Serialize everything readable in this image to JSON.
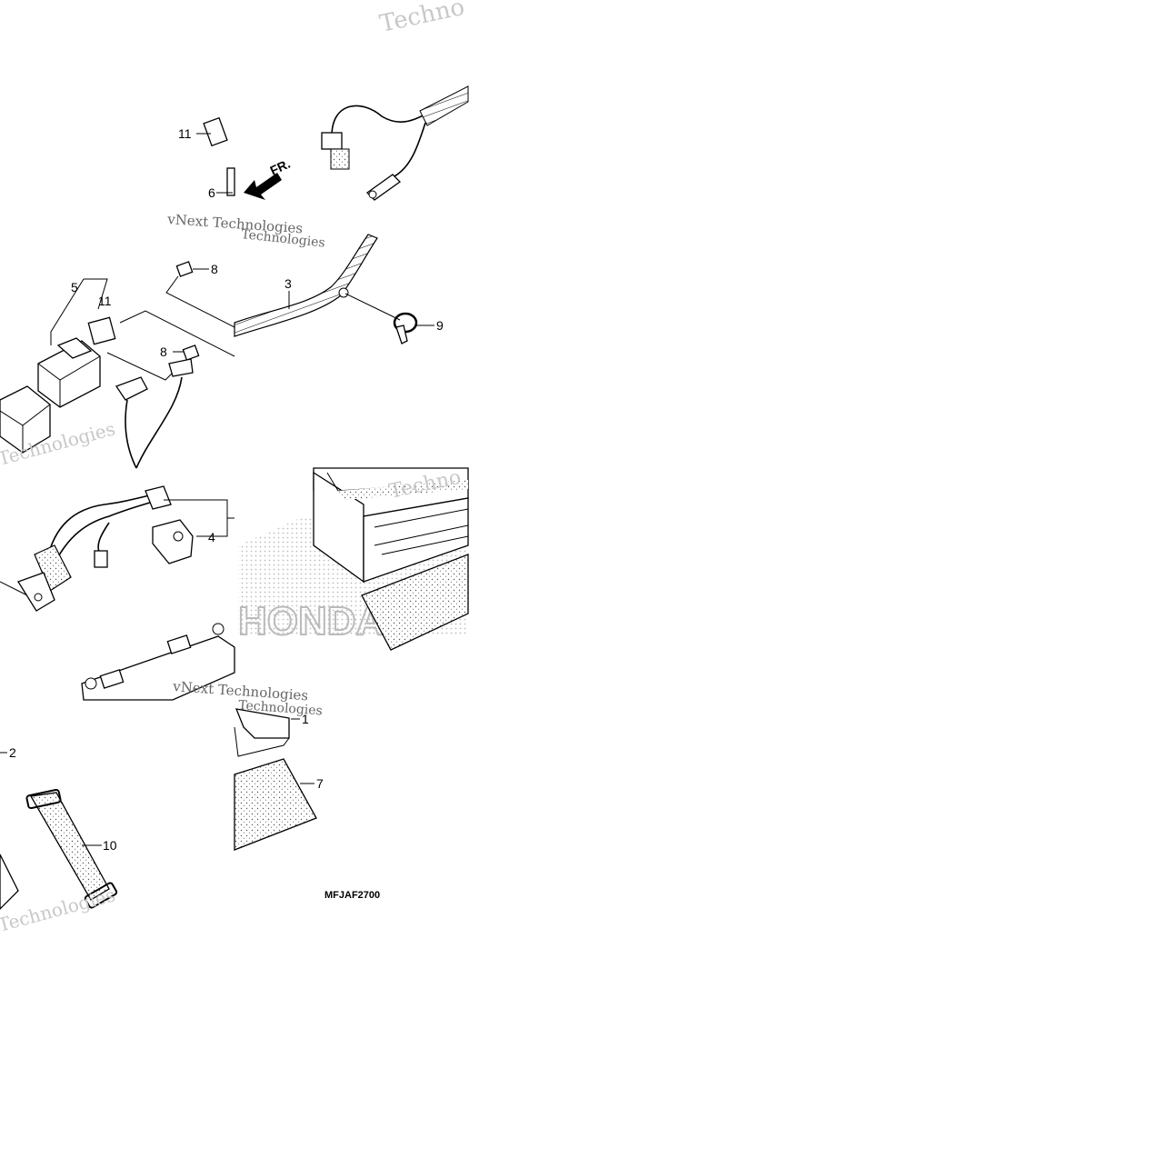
{
  "diagram": {
    "callouts": [
      {
        "id": "c1",
        "label": "1"
      },
      {
        "id": "c2",
        "label": "2"
      },
      {
        "id": "c3",
        "label": "3"
      },
      {
        "id": "c4",
        "label": "4"
      },
      {
        "id": "c5",
        "label": "5"
      },
      {
        "id": "c6",
        "label": "6"
      },
      {
        "id": "c7",
        "label": "7"
      },
      {
        "id": "c8a",
        "label": "8"
      },
      {
        "id": "c8b",
        "label": "8"
      },
      {
        "id": "c9",
        "label": "9"
      },
      {
        "id": "c10",
        "label": "10"
      },
      {
        "id": "c11a",
        "label": "11"
      },
      {
        "id": "c11b",
        "label": "11"
      }
    ],
    "direction_label": "FR.",
    "diagram_code": "MFJAF2700",
    "watermarks": {
      "brand": "HONDA",
      "company_1": "vNext Technologies",
      "company_2": "Technologies",
      "company_3": "vNext",
      "company_4": "Techno"
    }
  }
}
